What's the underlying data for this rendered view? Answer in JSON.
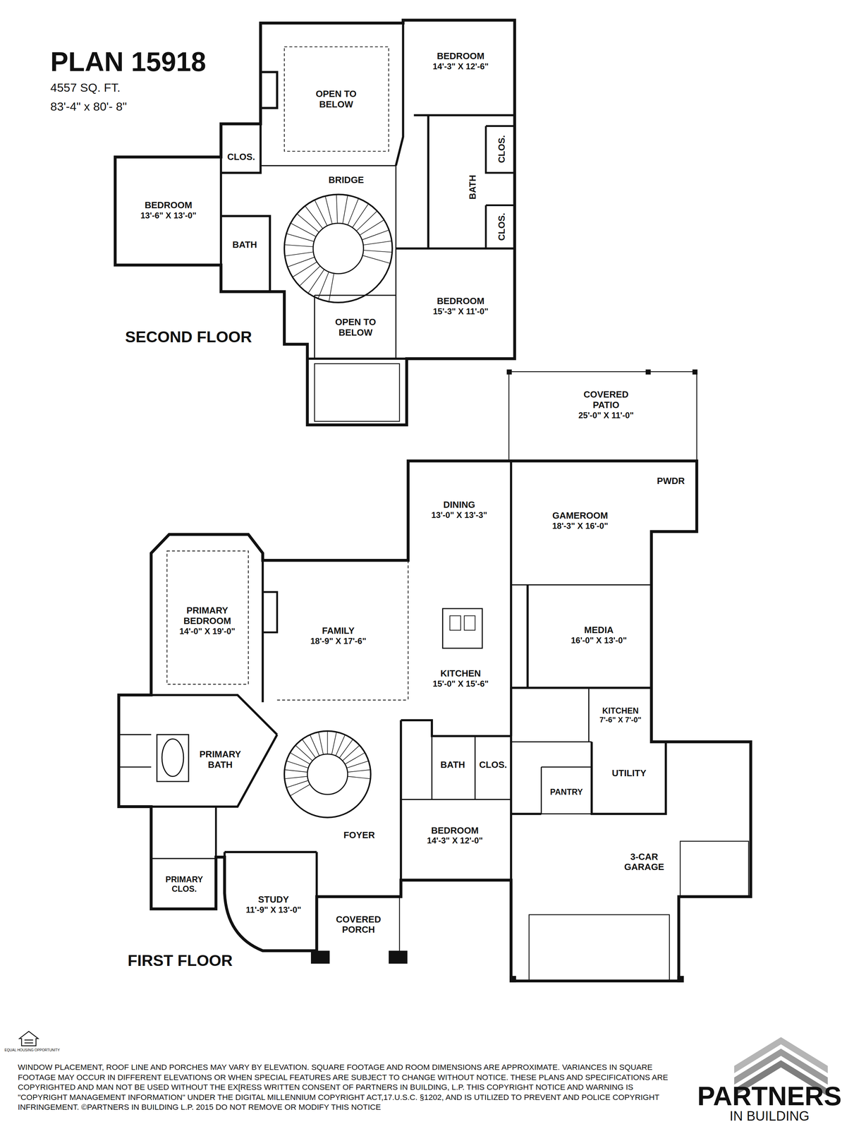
{
  "diagram": {
    "title": "PLAN 15918",
    "nodes": [
      {
        "text": [
          "OPEN TO BELOW"
        ]
      },
      {
        "text": [
          "BEDROOM",
          "14'-3\" X 12'-6\""
        ]
      },
      {
        "text": [
          "CLOS."
        ]
      },
      {
        "text": [
          "BRIDGE"
        ]
      },
      {
        "text": [
          "BEDROOM",
          "13'-6\" X 13'-0\""
        ]
      },
      {
        "text": [
          "BATH"
        ]
      },
      {
        "text": [
          "BATH"
        ]
      },
      {
        "text": [
          "CLOS."
        ]
      },
      {
        "text": [
          "CLOS."
        ]
      },
      {
        "text": [
          "BEDROOM",
          "15'-3\" X 11'-0\""
        ]
      },
      {
        "text": [
          "OPEN TO BELOW"
        ]
      },
      {
        "text": [
          "COVERED PATIO",
          "25'-0\" X 11'-0\""
        ]
      },
      {
        "text": [
          "DINING",
          "13'-0\" X 13'-3\""
        ]
      },
      {
        "text": [
          "GAMEROOM",
          "18'-3\" X 16'-0\""
        ]
      },
      {
        "text": [
          "PWDR"
        ]
      },
      {
        "text": [
          "PRIMARY BEDROOM",
          "14'-0\" X 19'-0\""
        ]
      },
      {
        "text": [
          "FAMILY",
          "18'-9\" X 17'-6\""
        ]
      },
      {
        "text": [
          "MEDIA",
          "16'-0\" X 13'-0\""
        ]
      },
      {
        "text": [
          "KITCHEN",
          "15'-0\" X 15'-6\""
        ]
      },
      {
        "text": [
          "KITCHEN",
          "7'-6\" X 7'-0\""
        ]
      },
      {
        "text": [
          "PRIMARY BATH"
        ]
      },
      {
        "text": [
          "BATH"
        ]
      },
      {
        "text": [
          "CLOS."
        ]
      },
      {
        "text": [
          "UTILITY"
        ]
      },
      {
        "text": [
          "PANTRY"
        ]
      },
      {
        "text": [
          "FOYER"
        ]
      },
      {
        "text": [
          "BEDROOM",
          "14'-3\" X 12'-0\""
        ]
      },
      {
        "text": [
          "3-CAR GARAGE"
        ]
      },
      {
        "text": [
          "PRIMARY CLOS."
        ]
      },
      {
        "text": [
          "STUDY",
          "11'-9\" X 13'-0\""
        ]
      },
      {
        "text": [
          "COVERED PORCH"
        ]
      }
    ],
    "labels": [
      "4557 SQ. FT.",
      "83'-4\" x 80'- 8\"",
      "SECOND FLOOR",
      "FIRST FLOOR",
      "EQUAL HOUSING OPPORTUNITY",
      "WINDOW PLACEMENT, ROOF LINE AND PORCHES MAY VARY BY ELEVATION. SQUARE FOOTAGE AND ROOM DIMENSIONS ARE APPROXIMATE. VARIANCES IN SQUARE FOOTAGE MAY OCCUR IN DIFFERENT ELEVATIONS OR WHEN SPECIAL FEATURES ARE SUBJECT TO CHANGE WITHOUT NOTICE. THESE PLANS AND SPECIFICATIONS ARE COPYRIGHTED AND MAN NOT BE USED WITHOUT THE EX[RESS WRITTEN CONSENT OF PARTNERS IN BUILDING, L.P. THIS COPYRIGHT NOTICE AND WARNING IS \"COPYRIGHT MANAGEMENT INFORMATION\" UNDER THE DIGITAL MILLENNIUM COPYRIGHT ACT,17.U.S.C. §1202, AND IS UTILIZED TO PREVENT AND POLICE COPYRIGHT INFRINGEMENT. ©PARTNERS IN BUILDING L.P. 2015 DO NOT REMOVE OR MODIFY THIS NOTICE",
      "PARTNERS",
      "IN BUILDING"
    ]
  }
}
